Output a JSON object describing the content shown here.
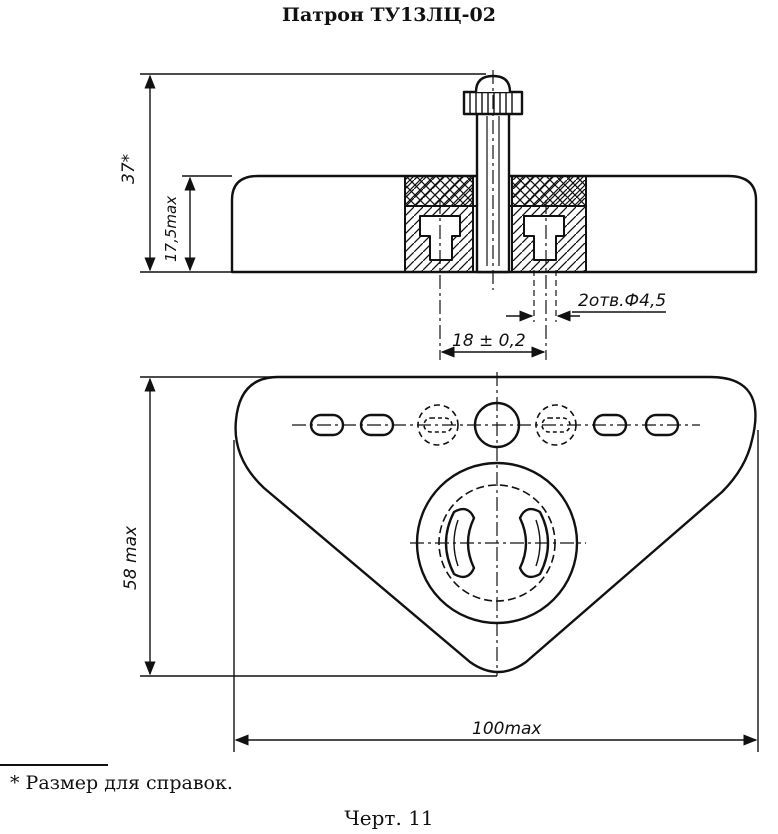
{
  "title": "Патрон ТУ13ЛЦ-02",
  "dimensions": {
    "height_total": "37*",
    "height_body": "17,5max",
    "holes": "2отв.Ф4,5",
    "spacing": "18 ± 0,2",
    "depth": "58 max",
    "width": "100max"
  },
  "note": "* Размер для справок.",
  "caption": "Черт. 11"
}
